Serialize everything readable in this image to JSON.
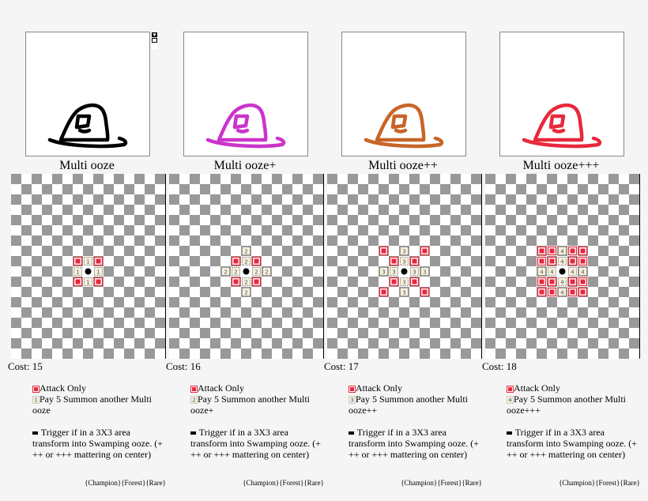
{
  "cards": [
    {
      "name": "Multi ooze",
      "color": "#000000",
      "cost_label": "Cost: 15",
      "special_glyph": "1",
      "attack_only_label": "Attack Only",
      "special_label": "Pay 5 Summon another Multi ooze",
      "trigger_label": "Trigger if in a 3X3 area transform into Swamping ooze. (+ ++ or +++ mattering on center)",
      "tags": "{Champion}{Forest}{Rare}",
      "pattern": [
        [
          -1,
          -1,
          "A"
        ],
        [
          0,
          -1,
          "S"
        ],
        [
          1,
          -1,
          "A"
        ],
        [
          -1,
          0,
          "S"
        ],
        [
          0,
          0,
          "P"
        ],
        [
          1,
          0,
          "S"
        ],
        [
          -1,
          1,
          "A"
        ],
        [
          0,
          1,
          "S"
        ],
        [
          1,
          1,
          "A"
        ]
      ]
    },
    {
      "name": "Multi ooze+",
      "color": "#cc33cc",
      "cost_label": "Cost: 16",
      "special_glyph": "2",
      "attack_only_label": "Attack Only",
      "special_label": "Pay 5 Summon another Multi ooze+",
      "trigger_label": "Trigger if in a 3X3 area transform into Swamping ooze. (+ ++ or +++ mattering on center)",
      "tags": "{Champion}{Forest}{Rare}",
      "pattern": [
        [
          0,
          -2,
          "S"
        ],
        [
          -1,
          -1,
          "A"
        ],
        [
          0,
          -1,
          "S"
        ],
        [
          1,
          -1,
          "A"
        ],
        [
          -2,
          0,
          "S"
        ],
        [
          -1,
          0,
          "S"
        ],
        [
          0,
          0,
          "P"
        ],
        [
          1,
          0,
          "S"
        ],
        [
          2,
          0,
          "S"
        ],
        [
          -1,
          1,
          "A"
        ],
        [
          0,
          1,
          "S"
        ],
        [
          1,
          1,
          "A"
        ],
        [
          0,
          2,
          "S"
        ]
      ]
    },
    {
      "name": "Multi ooze++",
      "color": "#c86428",
      "cost_label": "Cost: 17",
      "special_glyph": "3",
      "attack_only_label": "Attack Only",
      "special_label": "Pay 5 Summon another Multi ooze++",
      "trigger_label": "Trigger if in a 3X3 area transform into Swamping ooze. (+ ++ or +++ mattering on center)",
      "tags": "{Champion}{Forest}{Rare}",
      "pattern": [
        [
          -2,
          -2,
          "A"
        ],
        [
          0,
          -2,
          "S"
        ],
        [
          2,
          -2,
          "A"
        ],
        [
          -1,
          -1,
          "A"
        ],
        [
          0,
          -1,
          "S"
        ],
        [
          1,
          -1,
          "A"
        ],
        [
          -2,
          0,
          "S"
        ],
        [
          -1,
          0,
          "S"
        ],
        [
          0,
          0,
          "P"
        ],
        [
          1,
          0,
          "S"
        ],
        [
          2,
          0,
          "S"
        ],
        [
          -1,
          1,
          "A"
        ],
        [
          0,
          1,
          "S"
        ],
        [
          1,
          1,
          "A"
        ],
        [
          -2,
          2,
          "A"
        ],
        [
          0,
          2,
          "S"
        ],
        [
          2,
          2,
          "A"
        ]
      ]
    },
    {
      "name": "Multi ooze+++",
      "color": "#e8283c",
      "cost_label": "Cost: 18",
      "special_glyph": "4",
      "attack_only_label": "Attack Only",
      "special_label": "Pay 5 Summon another Multi ooze+++",
      "trigger_label": "Trigger if in a 3X3 area transform into Swamping ooze. (+ ++ or +++ mattering on center)",
      "tags": "{Champion}{Forest}{Rare}",
      "pattern": [
        [
          -2,
          -2,
          "A"
        ],
        [
          -1,
          -2,
          "A"
        ],
        [
          0,
          -2,
          "S"
        ],
        [
          1,
          -2,
          "A"
        ],
        [
          2,
          -2,
          "A"
        ],
        [
          -2,
          -1,
          "A"
        ],
        [
          -1,
          -1,
          "A"
        ],
        [
          0,
          -1,
          "S"
        ],
        [
          1,
          -1,
          "A"
        ],
        [
          2,
          -1,
          "A"
        ],
        [
          -2,
          0,
          "S"
        ],
        [
          -1,
          0,
          "S"
        ],
        [
          0,
          0,
          "P"
        ],
        [
          1,
          0,
          "S"
        ],
        [
          2,
          0,
          "S"
        ],
        [
          -2,
          1,
          "A"
        ],
        [
          -1,
          1,
          "A"
        ],
        [
          0,
          1,
          "S"
        ],
        [
          1,
          1,
          "A"
        ],
        [
          2,
          1,
          "A"
        ],
        [
          -2,
          2,
          "A"
        ],
        [
          -1,
          2,
          "A"
        ],
        [
          0,
          2,
          "S"
        ],
        [
          1,
          2,
          "A"
        ],
        [
          2,
          2,
          "A"
        ]
      ]
    }
  ],
  "colors": {
    "attack": "#e8283c",
    "board_dark": "#999999",
    "board_light": "#ffffff"
  }
}
